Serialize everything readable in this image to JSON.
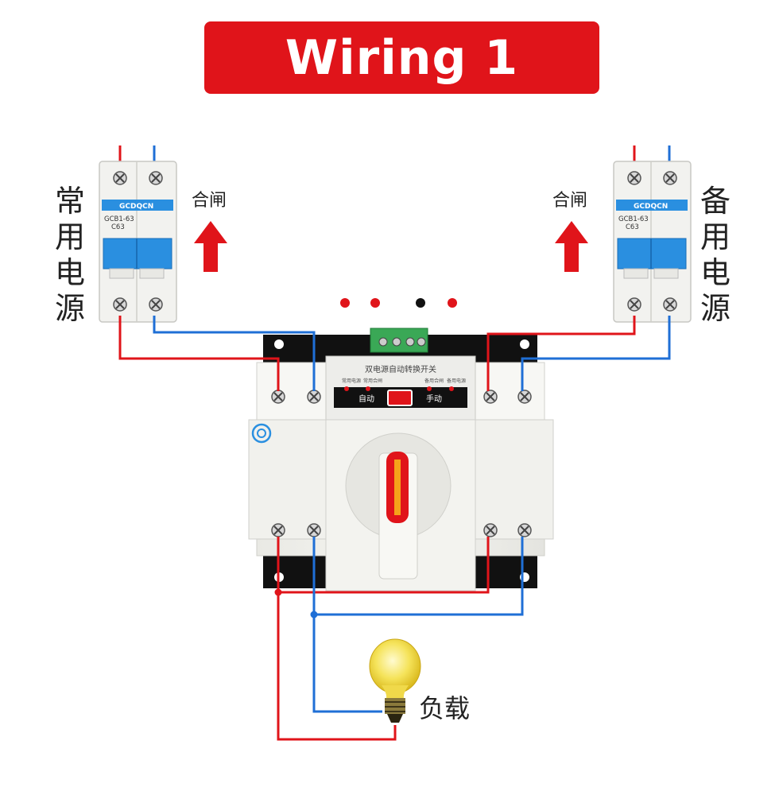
{
  "banner": {
    "title": "Wiring 1"
  },
  "left_breaker": {
    "label_chars": [
      "常",
      "用",
      "电",
      "源"
    ],
    "brand": "GCDQCN",
    "model": "GCB1-63",
    "rating": "C63"
  },
  "right_breaker": {
    "label_chars": [
      "备",
      "用",
      "电",
      "源"
    ],
    "brand": "GCDQCN",
    "model": "GCB1-63",
    "rating": "C63"
  },
  "close_left": "合闸",
  "close_right": "合闸",
  "switch": {
    "title": "双电源自动转换开关",
    "mode_auto": "自动",
    "mode_manual": "手动",
    "ind_normal": "常用电源",
    "ind_normal_close": "常用合闸",
    "ind_backup_close": "备用合闸",
    "ind_backup": "备用电源"
  },
  "load_label": "负载",
  "colors": {
    "banner": "#e0141a",
    "live_wire": "#e0141a",
    "neutral_wire": "#1f6fd6",
    "breaker_blue": "#2a8fe0"
  },
  "icons": [
    "arrow-up-icon",
    "bulb-icon",
    "ccc-logo-icon",
    "screw-icon"
  ]
}
